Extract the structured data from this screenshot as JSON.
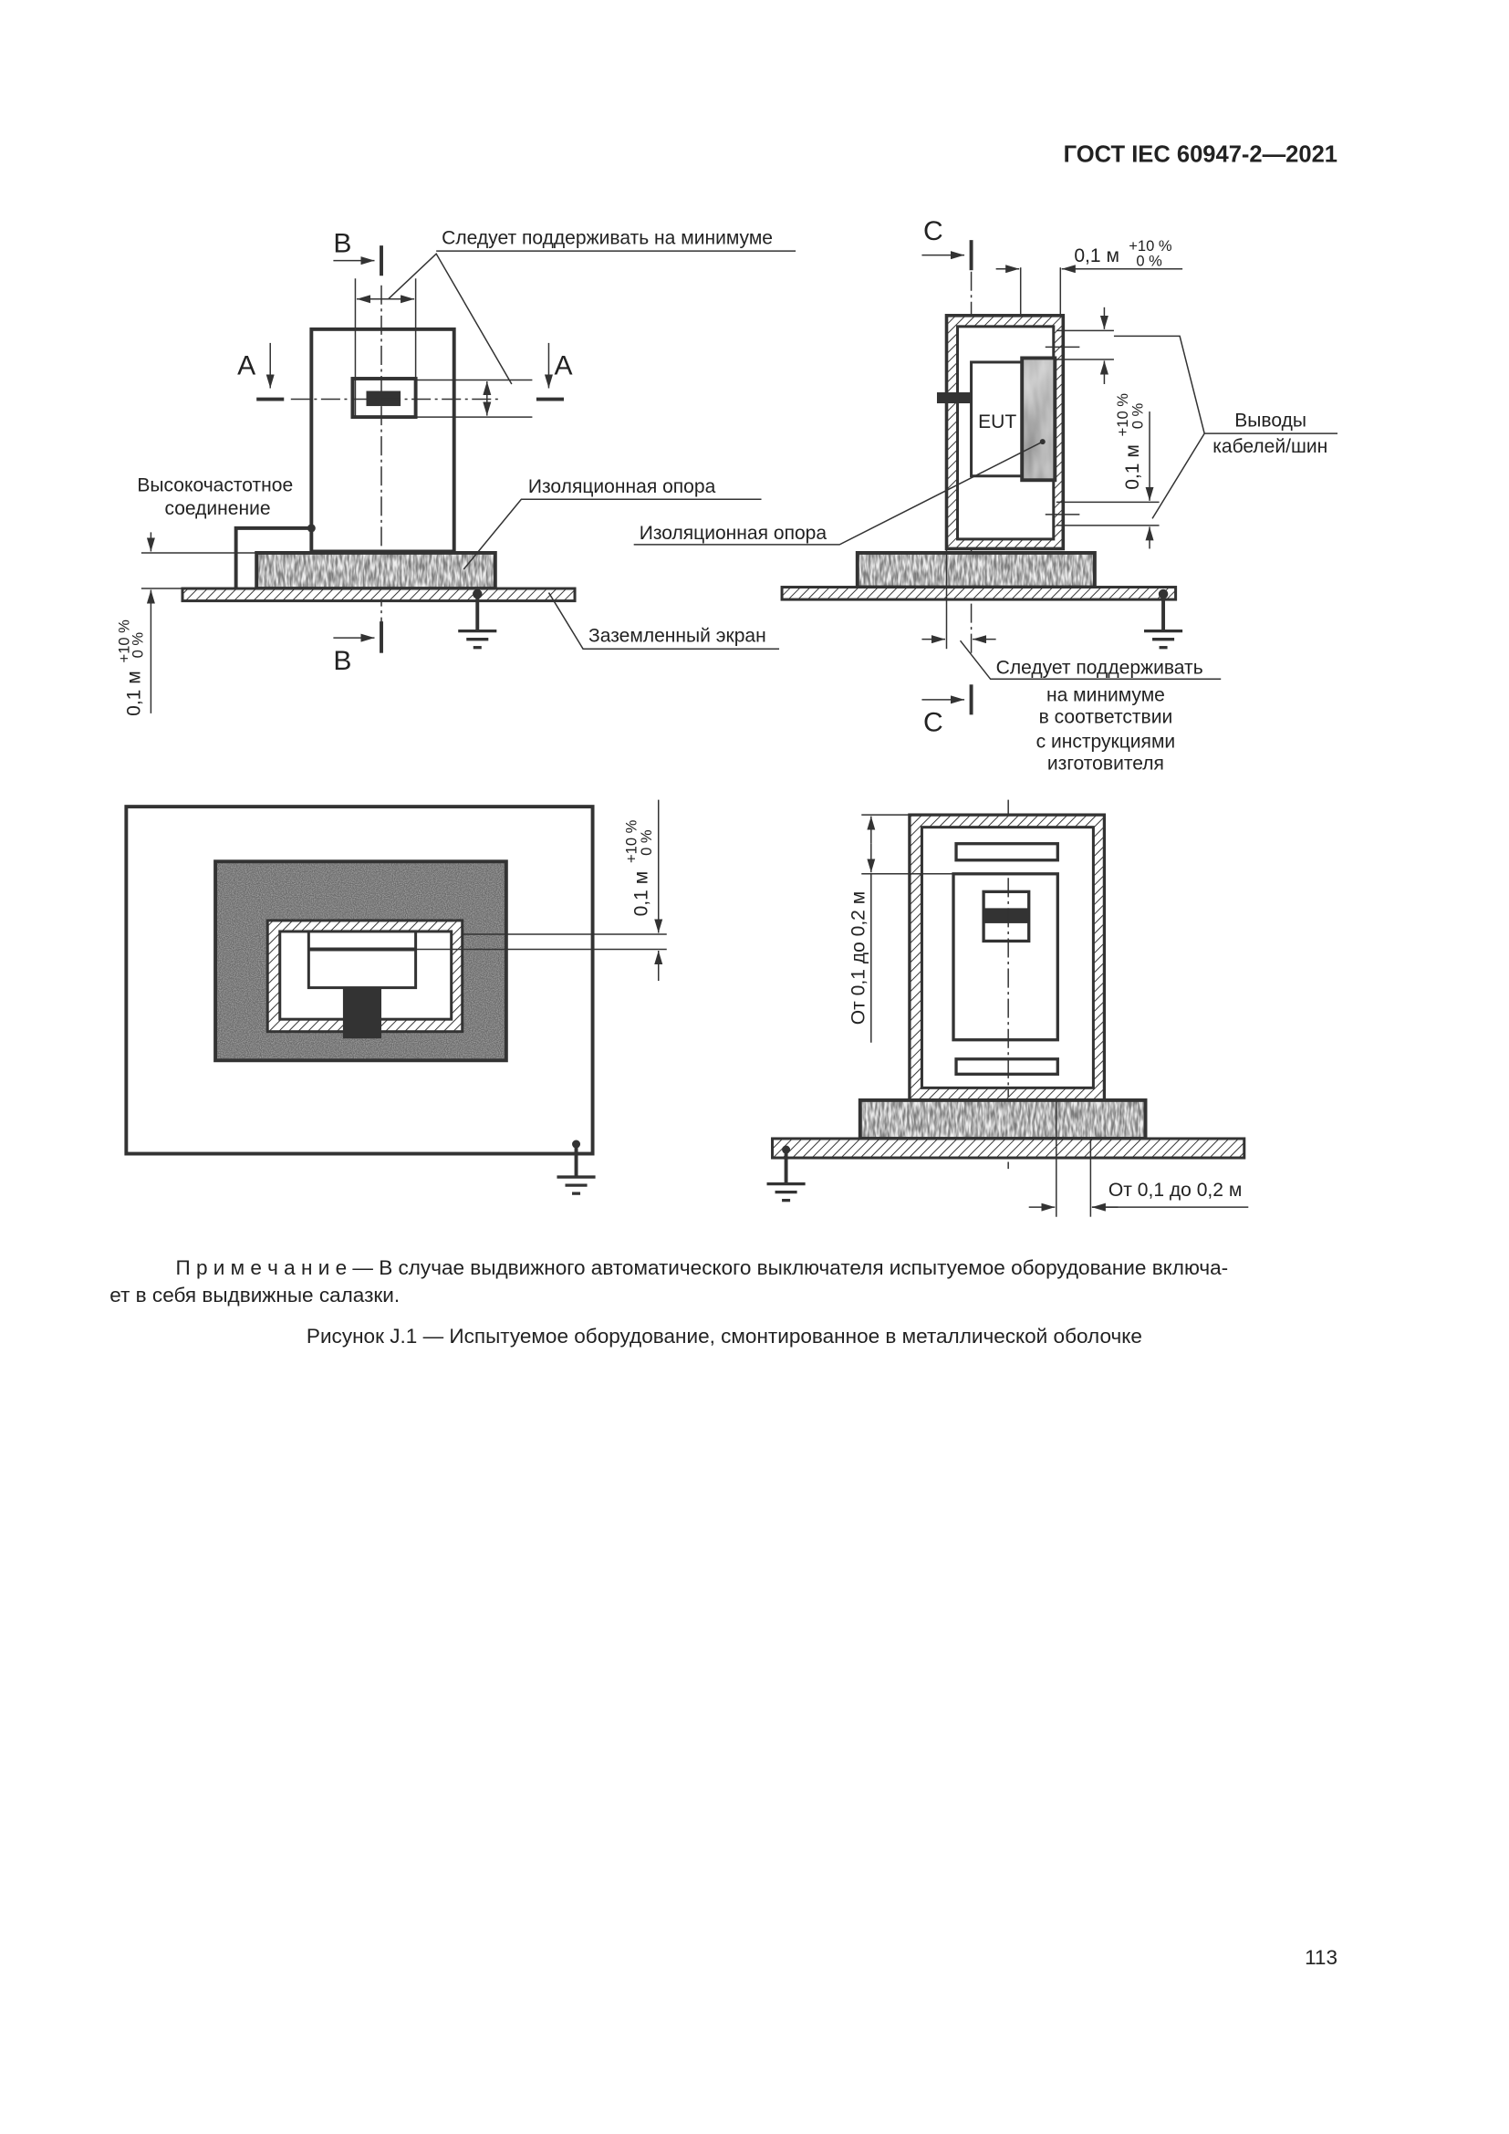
{
  "header": {
    "doc_id": "ГОСТ IEC 60947-2—2021"
  },
  "figure": {
    "section_b": "B",
    "section_a": "A",
    "section_c": "C",
    "keep_minimum": "Следует поддерживать на минимуме",
    "hf_connection": [
      "Высокочастотное",
      "соединение"
    ],
    "insulating_support": "Изоляционная опора",
    "grounded_screen": "Заземленный экран",
    "dim_value": "0,1 м",
    "tol_plus": "+10 %",
    "tol_zero": "0 %",
    "eut": "EUT",
    "cable_leads": [
      "Выводы",
      "кабелей/шин"
    ],
    "keep_minimum_manufacturer": [
      "Следует поддерживать",
      "на минимуме",
      "в соответствии",
      "с инструкциями",
      "изготовителя"
    ],
    "range_01_02": "От 0,1 до 0,2 м"
  },
  "note": {
    "prefix": "П р и м е ч а н и е",
    "line1": " — В случае выдвижного автоматического выключателя испытуемое оборудование включа-",
    "line2": "ет в себя выдвижные салазки."
  },
  "caption": "Рисунок J.1 — Испытуемое оборудование, смонтированное в металлической оболочке",
  "page_number": "113"
}
